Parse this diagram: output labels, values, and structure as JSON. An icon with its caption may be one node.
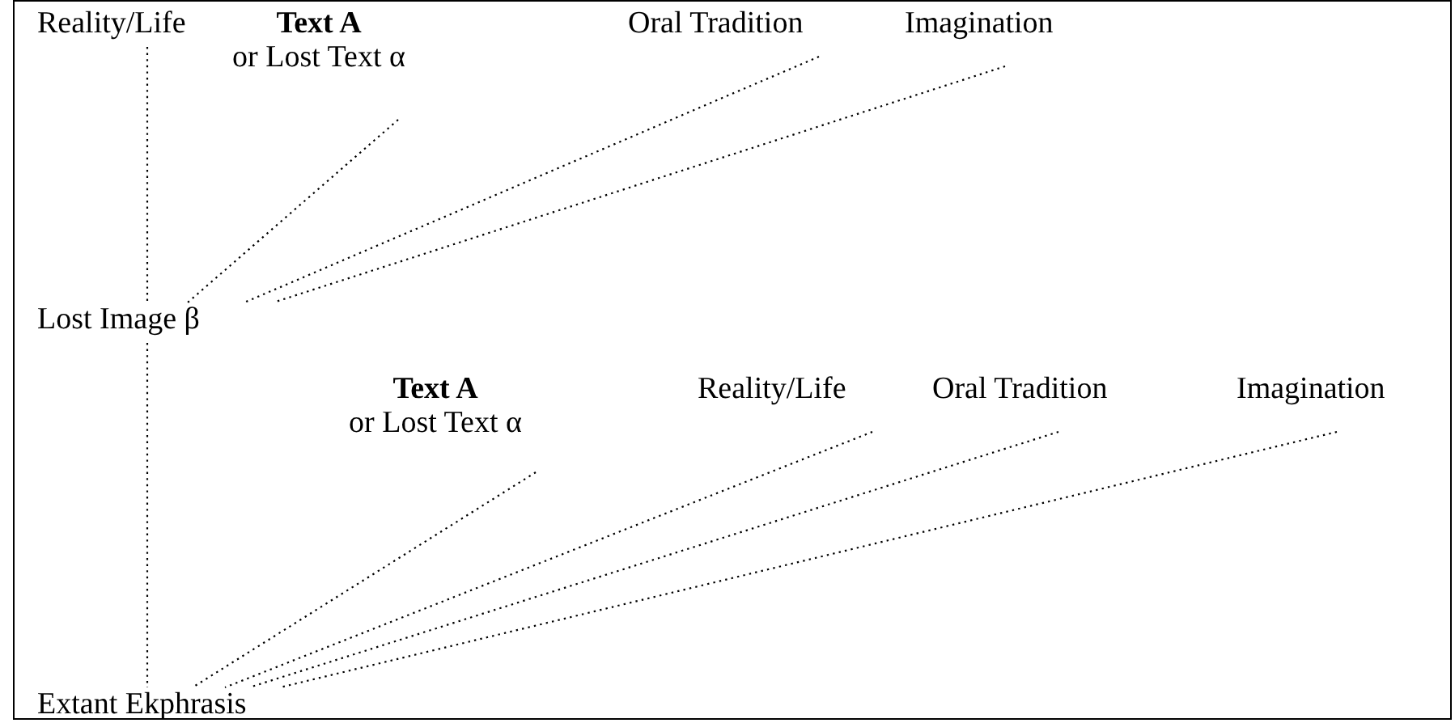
{
  "diagram": {
    "nodes": [
      {
        "text": [
          "Reality/Life"
        ]
      },
      {
        "text": [
          "Text A",
          "or Lost Text α"
        ]
      },
      {
        "text": [
          "Oral Tradition"
        ]
      },
      {
        "text": [
          "Imagination"
        ]
      },
      {
        "text": [
          "Lost Image β"
        ]
      },
      {
        "text": [
          "Text A",
          "or Lost Text α"
        ]
      },
      {
        "text": [
          "Reality/Life"
        ]
      },
      {
        "text": [
          "Oral Tradition"
        ]
      },
      {
        "text": [
          "Imagination"
        ]
      },
      {
        "text": [
          "Extant Ekphrasis"
        ]
      }
    ],
    "edges": [
      {
        "from": 0,
        "to": 4,
        "arrow": "none",
        "style": "dashed"
      },
      {
        "from": 1,
        "to": 4,
        "arrow": "none",
        "style": "dashed"
      },
      {
        "from": 2,
        "to": 4,
        "arrow": "none",
        "style": "dashed"
      },
      {
        "from": 3,
        "to": 4,
        "arrow": "none",
        "style": "dashed"
      },
      {
        "from": 4,
        "to": 9,
        "arrow": "none",
        "style": "dashed"
      },
      {
        "from": 5,
        "to": 9,
        "arrow": "none",
        "style": "dashed"
      },
      {
        "from": 6,
        "to": 9,
        "arrow": "none",
        "style": "dashed"
      },
      {
        "from": 7,
        "to": 9,
        "arrow": "none",
        "style": "dashed"
      },
      {
        "from": 8,
        "to": 9,
        "arrow": "none",
        "style": "dashed"
      }
    ]
  }
}
